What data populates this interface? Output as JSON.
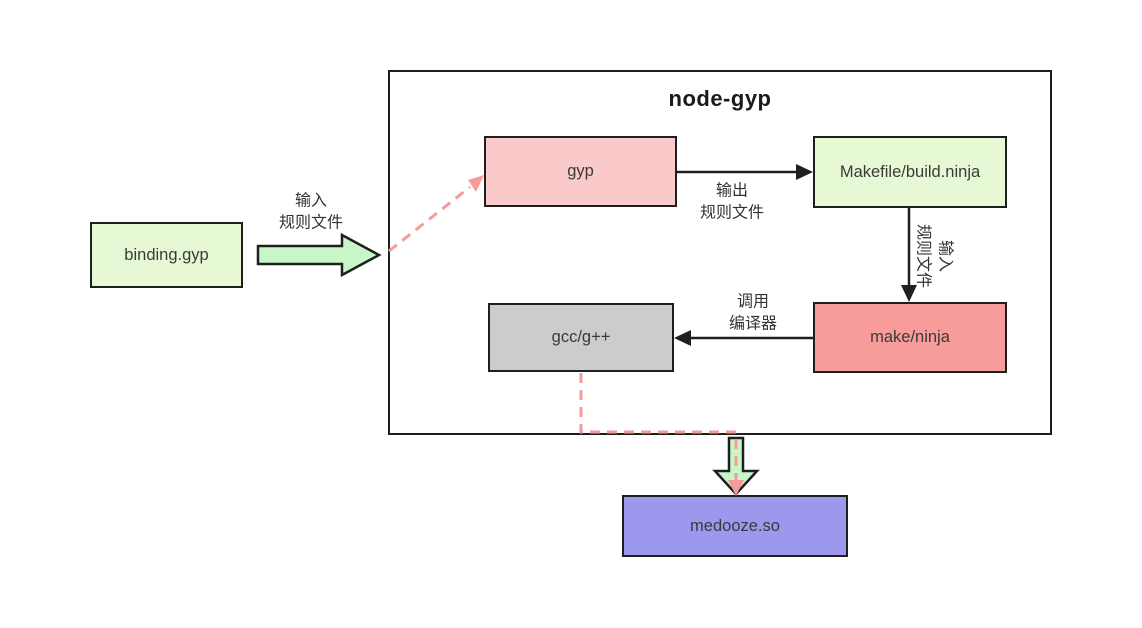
{
  "diagram": {
    "title": "node-gyp",
    "nodes": {
      "binding_gyp": {
        "label": "binding.gyp",
        "fill": "#e7f9d4"
      },
      "gyp": {
        "label": "gyp",
        "fill": "#fac9c9"
      },
      "makefile": {
        "label": "Makefile/build.ninja",
        "fill": "#e7f9d4"
      },
      "make_ninja": {
        "label": "make/ninja",
        "fill": "#f89b9b"
      },
      "gcc": {
        "label": "gcc/g++",
        "fill": "#cccccc"
      },
      "medooze": {
        "label": "medooze.so",
        "fill": "#9b98ee"
      }
    },
    "labels": {
      "input_rules_left": "输入\n规则文件",
      "output_rules": "输出\n规则文件",
      "input_rules_vertical": "输入\n规则文件",
      "invoke_compiler": "调用\n编译器"
    },
    "colors": {
      "block_arrow_green": "#c9f6c8",
      "dashed_pink": "#f79a9a",
      "arrow_black": "#1f1f1f"
    }
  }
}
